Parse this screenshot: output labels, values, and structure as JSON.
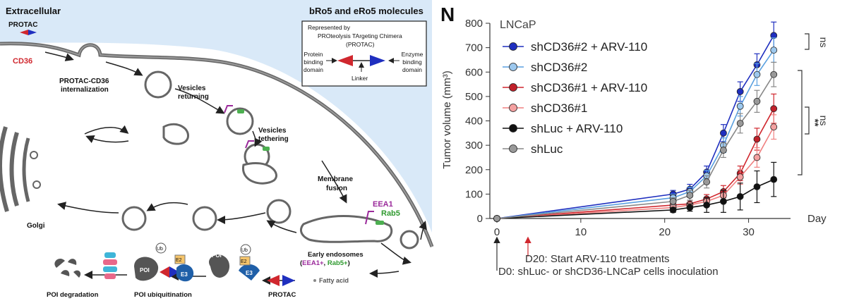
{
  "diagram": {
    "top_left_label": "Extracellular",
    "top_right_label": "bRo5 and eRo5 molecules",
    "protac_top": "PROTAC",
    "cd36": "CD36",
    "internalization": [
      "PROTAC-CD36",
      "internalization"
    ],
    "vesicles_returning": [
      "Vesicles",
      "returning"
    ],
    "vesicles_tethering": [
      "Vesicles",
      "tethering"
    ],
    "membrane_fusion": [
      "Membrane",
      "fusion"
    ],
    "eea1": "EEA1",
    "rab5": "Rab5",
    "golgi": "Golgi",
    "early_endosomes": "Early endosomes",
    "eea1_plus": "EEA1+",
    "rab5_plus": "Rab5+",
    "fatty_acid": "Fatty acid",
    "protac_bottom": "PROTAC",
    "poi_ubiquitination": "POI ubiquitination",
    "poi_degradation": "POI degradation",
    "poi": "POI",
    "ub": "Ub",
    "e2": "E2",
    "e3": "E3",
    "box": {
      "represented_by": "Represented by",
      "name": "PROteolysis TArgeting Chimera",
      "abbr": "(PROTAC)",
      "left": [
        "Protein",
        "binding",
        "domain"
      ],
      "right": [
        "Enzyme",
        "binding",
        "domain"
      ],
      "linker": "Linker"
    }
  },
  "panel_letter": "N",
  "chart_data": {
    "type": "line",
    "title": "LNCaP",
    "ylabel": "Tumor volume (mm³)",
    "xlabel": "Day",
    "ylim": [
      0,
      800
    ],
    "xlim": [
      0,
      35
    ],
    "yticks": [
      "0",
      "100",
      "200",
      "300",
      "400",
      "500",
      "600",
      "700",
      "800"
    ],
    "xticks": [
      "0",
      "10",
      "20",
      "30"
    ],
    "x": [
      0,
      21,
      23,
      25,
      27,
      29,
      31,
      33
    ],
    "series": [
      {
        "name": "shCD36#2 + ARV-110",
        "color": "#1f2fbf",
        "fill": "#1f2fbf",
        "values": [
          0,
          100,
          120,
          190,
          350,
          520,
          630,
          750
        ],
        "err": [
          0,
          15,
          20,
          25,
          35,
          40,
          45,
          55
        ]
      },
      {
        "name": "shCD36#2",
        "color": "#5aa0e0",
        "fill": "#9cc8ee",
        "values": [
          0,
          85,
          110,
          175,
          300,
          460,
          590,
          690
        ],
        "err": [
          0,
          15,
          18,
          22,
          30,
          40,
          45,
          50
        ]
      },
      {
        "name": "shCD36#1 + ARV-110",
        "color": "#d0272e",
        "fill": "#c0202a",
        "values": [
          0,
          55,
          60,
          80,
          110,
          185,
          325,
          450
        ],
        "err": [
          0,
          12,
          15,
          18,
          25,
          30,
          45,
          60
        ]
      },
      {
        "name": "shCD36#1",
        "color": "#f08080",
        "fill": "#f4a0a0",
        "values": [
          0,
          45,
          55,
          70,
          95,
          170,
          250,
          375
        ],
        "err": [
          0,
          10,
          12,
          15,
          20,
          30,
          40,
          50
        ]
      },
      {
        "name": "shLuc + ARV-110",
        "color": "#111111",
        "fill": "#111111",
        "values": [
          0,
          35,
          45,
          55,
          70,
          90,
          130,
          160
        ],
        "err": [
          0,
          10,
          15,
          30,
          45,
          55,
          65,
          70
        ]
      },
      {
        "name": "shLuc",
        "color": "#888888",
        "fill": "#999999",
        "values": [
          0,
          70,
          95,
          150,
          280,
          390,
          480,
          590
        ],
        "err": [
          0,
          15,
          20,
          25,
          30,
          40,
          45,
          50
        ]
      }
    ],
    "annotations": {
      "ns1": "ns",
      "ns2": "ns",
      "stars": "**",
      "d20": "D20: Start ARV-110 treatments",
      "d0": "D0: shLuc- or shCD36-LNCaP cells inoculation"
    }
  }
}
